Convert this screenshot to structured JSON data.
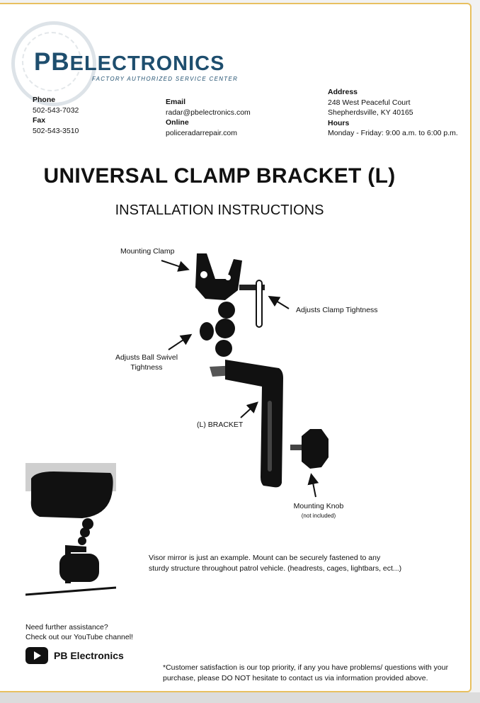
{
  "logo": {
    "brand_main_big": "PB",
    "brand_main_small": "ELECTRONICS",
    "tagline": "FACTORY AUTHORIZED SERVICE CENTER"
  },
  "contact": {
    "phone_label": "Phone",
    "phone": "502-543-7032",
    "fax_label": "Fax",
    "fax": "502-543-3510",
    "email_label": "Email",
    "email": "radar@pbelectronics.com",
    "online_label": "Online",
    "online": "policeradarrepair.com",
    "address_label": "Address",
    "address_line1": "248 West Peaceful Court",
    "address_line2": "Shepherdsville, KY 40165",
    "hours_label": "Hours",
    "hours": "Monday - Friday: 9:00 a.m. to 6:00 p.m."
  },
  "document": {
    "title": "UNIVERSAL CLAMP BRACKET (L)",
    "subtitle": "INSTALLATION INSTRUCTIONS"
  },
  "callouts": {
    "mounting_clamp": "Mounting Clamp",
    "clamp_tightness": "Adjusts Clamp Tightness",
    "ball_swivel_1": "Adjusts Ball Swivel",
    "ball_swivel_2": "Tightness",
    "l_bracket": "(L) BRACKET",
    "mounting_knob": "Mounting Knob",
    "not_included": "(not included)"
  },
  "note": {
    "line1": "Visor mirror is just an example.  Mount can be securely fastened to any",
    "line2": "sturdy structure throughout patrol vehicle.  (headrests, cages, lightbars, ect...)"
  },
  "help": {
    "line1": "Need further assistance?",
    "line2": "Check out our YouTube channel!",
    "channel": "PB Electronics"
  },
  "footer": {
    "line1": "*Customer satisfaction is our top priority, if any you have problems/ questions with your",
    "line2": "purchase, please DO NOT hesitate to contact us via information provided above."
  },
  "colors": {
    "brand_blue": "#1e4e6e",
    "page_border": "#e8c060"
  },
  "icons": [
    "youtube-icon"
  ]
}
